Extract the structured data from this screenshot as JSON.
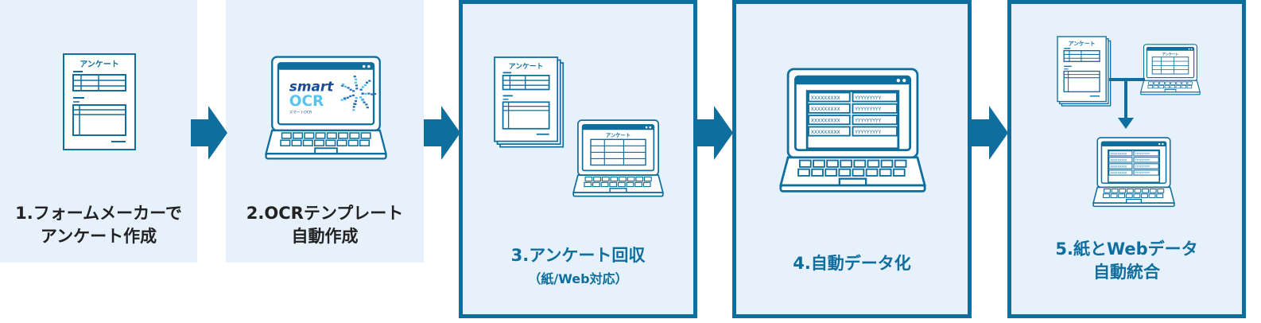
{
  "colors": {
    "panel_bg": "#e6f1fb",
    "accent": "#0e6e9e",
    "text_dark": "#222222"
  },
  "steps": [
    {
      "line1": "1.フォームメーカーで",
      "line2": "アンケート作成",
      "icon": "survey-document-icon"
    },
    {
      "line1": "2.OCRテンプレート",
      "line2": "自動作成",
      "icon": "laptop-smart-ocr-icon",
      "logo_text": "smart OCR スマートOCR"
    },
    {
      "line1": "3.アンケート回収",
      "line2": "（紙/Web対応）",
      "icon": "paper-and-web-survey-icon"
    },
    {
      "line1": "4.自動データ化",
      "icon": "laptop-data-table-icon"
    },
    {
      "line1": "5.紙とWebデータ",
      "line2": "自動統合",
      "icon": "merge-data-icon"
    }
  ],
  "doc_title": "アンケート",
  "table_cells": {
    "x": "XXXXXXXXX",
    "y": "YYYYYYYYY"
  }
}
